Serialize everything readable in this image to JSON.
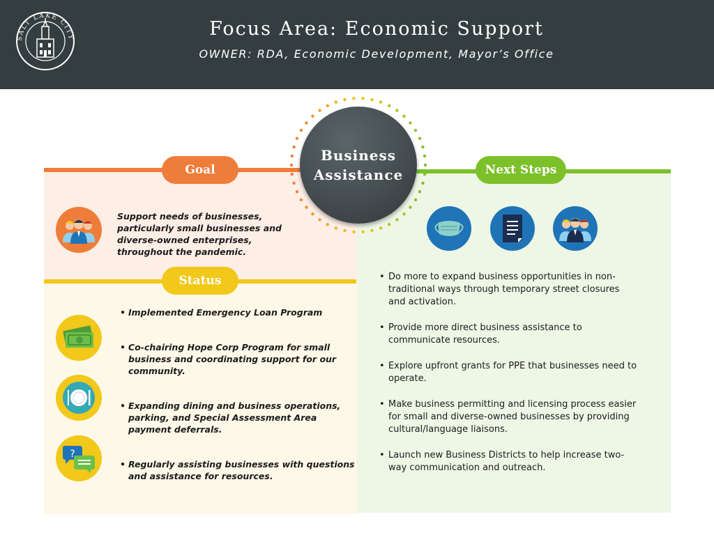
{
  "header": {
    "title": "Focus Area: Economic Support",
    "subtitle": "OWNER: RDA, Economic Development, Mayor’s Office",
    "logo_text": "SALT LAKE CITY"
  },
  "center": {
    "line1": "Business",
    "line2": "Assistance"
  },
  "goal": {
    "label": "Goal",
    "text": "Support needs of businesses, particularly small businesses and diverse-owned enterprises, throughout the pandemic.",
    "icon": "people-icon"
  },
  "status": {
    "label": "Status",
    "items": [
      "Implemented Emergency Loan Program",
      "Co-chairing Hope Corp Program for small business and coordinating support for our community.",
      "Expanding dining and business operations, parking, and Special Assessment Area payment deferrals.",
      "Regularly assisting businesses with questions and assistance for resources."
    ],
    "icons": [
      "money-icon",
      "dining-plate-icon",
      "chat-bubbles-icon"
    ]
  },
  "next_steps": {
    "label": "Next Steps",
    "items": [
      "Do more to expand business opportunities in non-traditional ways through temporary street closures and activation.",
      "Provide more direct business assistance to communicate resources.",
      "Explore upfront grants for PPE that businesses need to operate.",
      "Make business permitting and licensing process easier for small and diverse-owned businesses by providing cultural/language liaisons.",
      "Launch new Business Districts to help increase two-way communication and outreach."
    ],
    "icons": [
      "face-mask-icon",
      "document-icon",
      "people-icon"
    ]
  },
  "colors": {
    "header_bg": "#343e41",
    "goal": "#ef7d3a",
    "status": "#f2c81a",
    "next_steps": "#7cc02a",
    "icon_blue": "#1f74b7"
  }
}
